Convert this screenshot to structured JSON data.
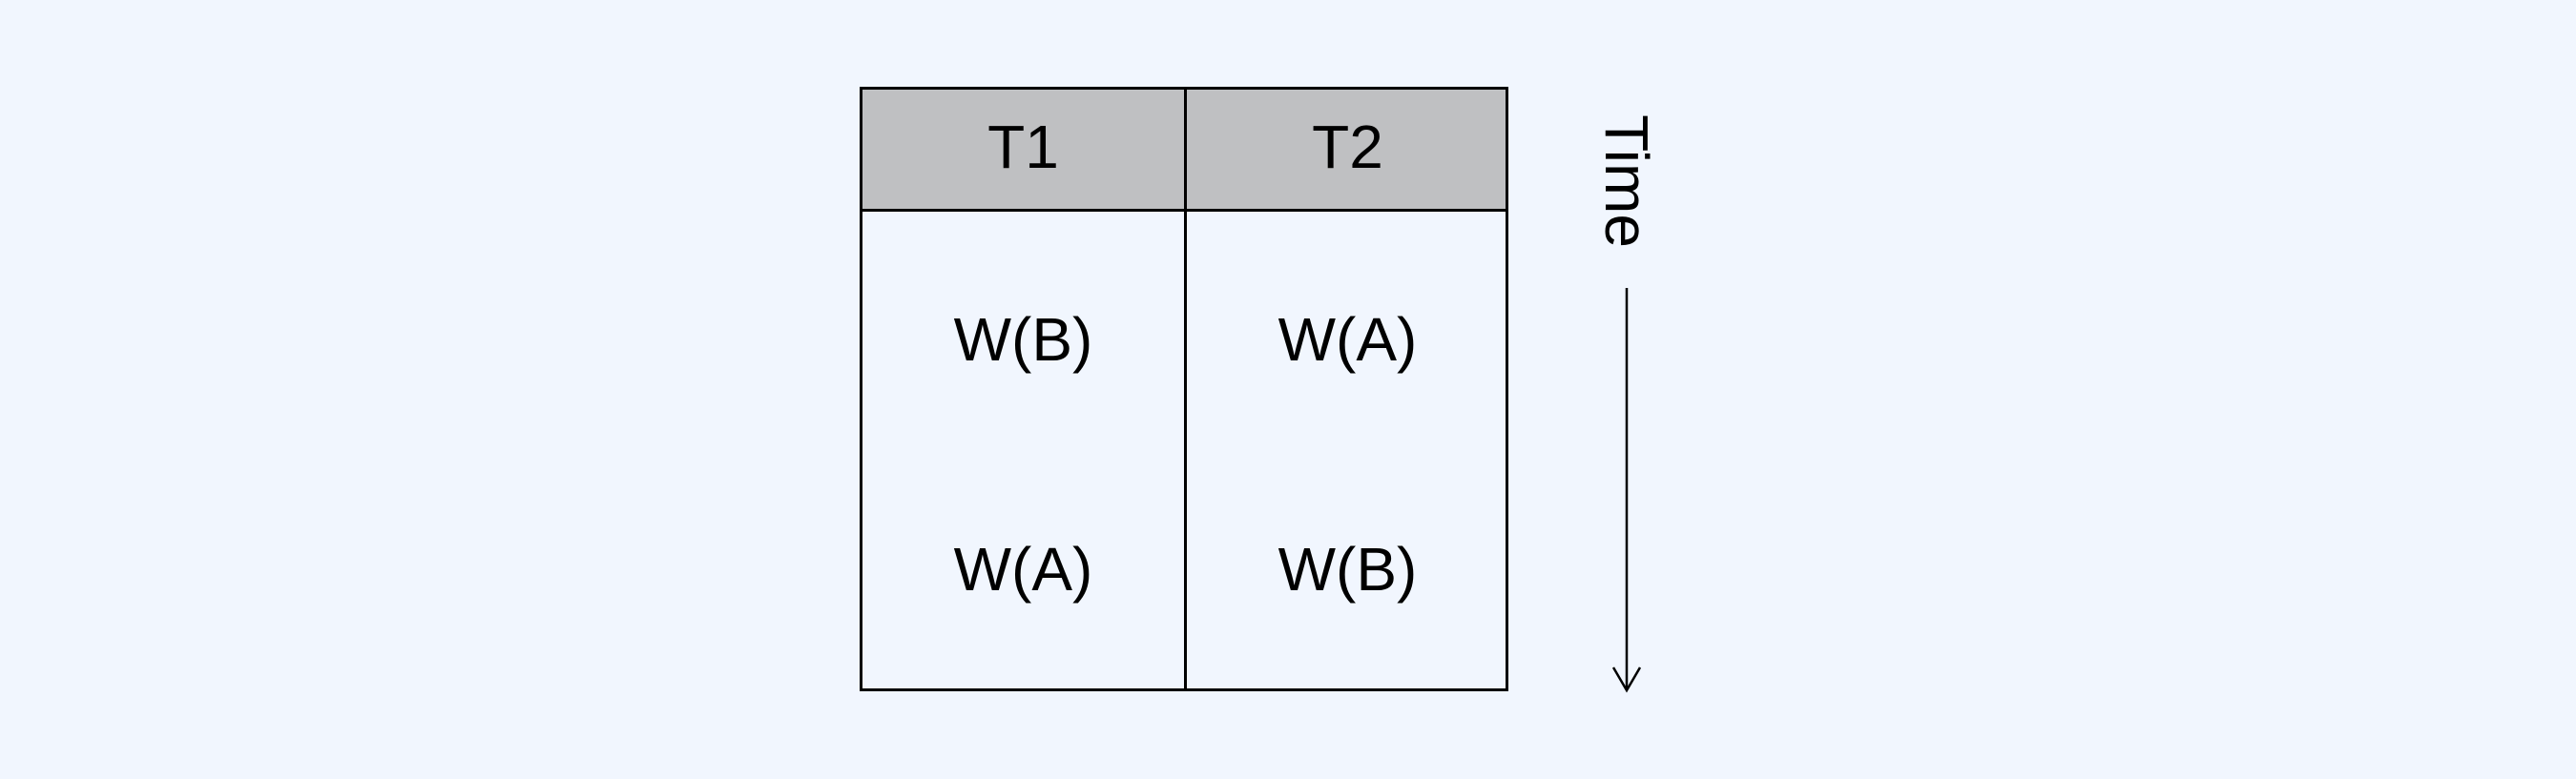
{
  "table": {
    "headers": [
      "T1",
      "T2"
    ],
    "rows": [
      [
        "W(B)",
        "W(A)"
      ],
      [
        "W(A)",
        "W(B)"
      ]
    ],
    "header_color": "#bfc0c2",
    "background_color": "#f1f6fe"
  },
  "time_axis": {
    "label": "Time",
    "direction": "down"
  }
}
